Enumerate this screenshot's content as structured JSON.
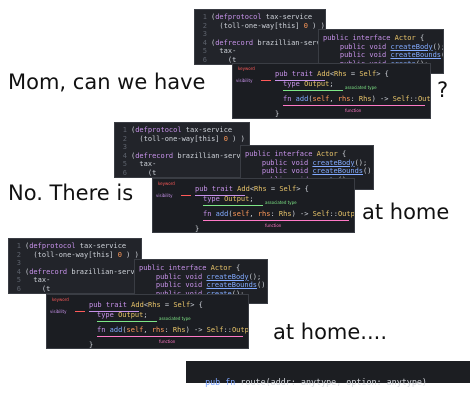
{
  "captions": {
    "top": "Mom, can we have",
    "question_mark": "?",
    "middle_left": "No. There is",
    "middle_right": "at home",
    "bottom_right": "at home...."
  },
  "clojure": {
    "l1": "(defprotocol tax-service",
    "l2": "  (toll-one-way[this] 0 ) )",
    "l3": "",
    "l4": "(defrecord brazillian-servic",
    "l5": "  tax-",
    "l6": "    (t",
    "n1": "1",
    "n2": "2",
    "n3": "3",
    "n4": "4",
    "n5": "5",
    "n6": "6"
  },
  "java": {
    "l1": "public interface Actor {",
    "l2": "    public void createBody();",
    "l3": "    public void createBounds();",
    "l4": "    public void create();",
    "l5": "}"
  },
  "rust": {
    "l1": "pub trait Add<Rhs = Self> {",
    "l2": "    type Output;",
    "l3": "",
    "l4": "    fn add(self, rhs: Rhs) -> Self::Output;",
    "l5": "}",
    "keyword": "keyword",
    "visibility": "visibility",
    "associated_type": "associated type",
    "function": "function"
  },
  "final_code": "pub fn route(addr: anytype, option: anytype)",
  "colors": {
    "keyword": "#c792ea",
    "function": "#82aaff",
    "type": "#e8c46a",
    "param": "#ff9a5a",
    "annotation_keyword": "#ff5a5a",
    "annotation_visibility": "#c792ea",
    "annotation_assoc": "#7ee787",
    "annotation_function": "#ff79c6"
  }
}
